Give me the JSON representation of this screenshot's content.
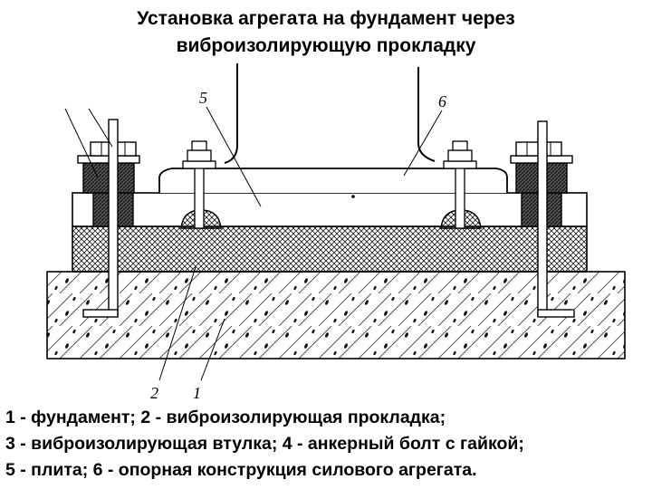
{
  "title": {
    "line1": "Установка агрегата на фундамент через",
    "line2": "виброизолирующую прокладку"
  },
  "labels": {
    "l1": "1",
    "l2": "2",
    "l5": "5",
    "l6": "6"
  },
  "legend": {
    "line1": "1 - фундамент; 2 - виброизолирующая прокладка;",
    "line2": "3 - виброизолирующая втулка; 4 - анкерный болт с гайкой;",
    "line3": "5 - плита; 6 - опорная конструкция силового агрегата."
  }
}
